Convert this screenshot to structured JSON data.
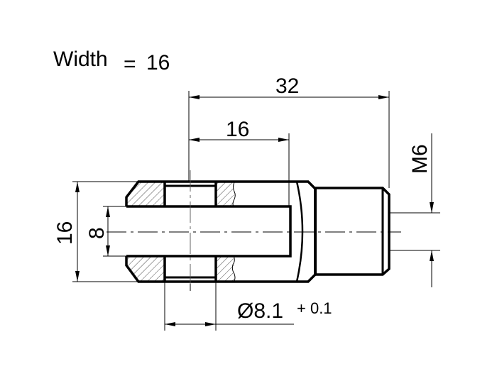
{
  "title": {
    "label": "Width",
    "equals": "=",
    "value": "16"
  },
  "dimensions": {
    "overall_length": "32",
    "pin_center_length": "16",
    "thread_size": "M6",
    "outer_height": "16",
    "slot_width": "8",
    "hole_diameter": "Ø8.1",
    "hole_tolerance": "+ 0.1"
  },
  "colors": {
    "line": "#000000",
    "hatch": "#333333",
    "background": "#ffffff"
  }
}
